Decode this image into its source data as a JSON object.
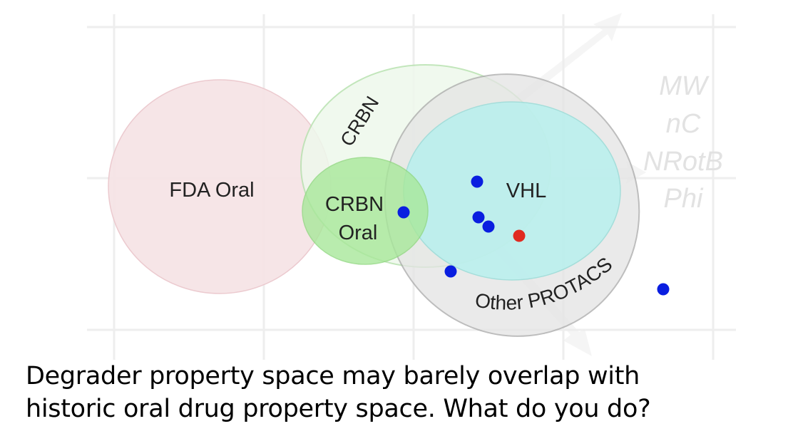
{
  "diagram": {
    "regions": [
      {
        "id": "fda-oral",
        "label": "FDA Oral"
      },
      {
        "id": "crbn",
        "label": "CRBN"
      },
      {
        "id": "crbn-oral",
        "label_line1": "CRBN",
        "label_line2": "Oral"
      },
      {
        "id": "vhl",
        "label": "VHL"
      },
      {
        "id": "other-protacs",
        "label": "Other PROTACS"
      }
    ],
    "properties": [
      "MW",
      "nC",
      "NRotB",
      "Phi"
    ],
    "colors": {
      "fda_oral": "#f6e4e6",
      "crbn": "#eef8ec",
      "crbn_oral": "#a8e89a",
      "vhl": "#b8f0ee",
      "other_protacs": "#e2e2e2",
      "point_blue": "#0a1ee0",
      "point_red": "#e02a20"
    }
  },
  "caption": {
    "line1": "Degrader property space may barely overlap with",
    "line2": "historic oral drug property space. What do you do?"
  }
}
